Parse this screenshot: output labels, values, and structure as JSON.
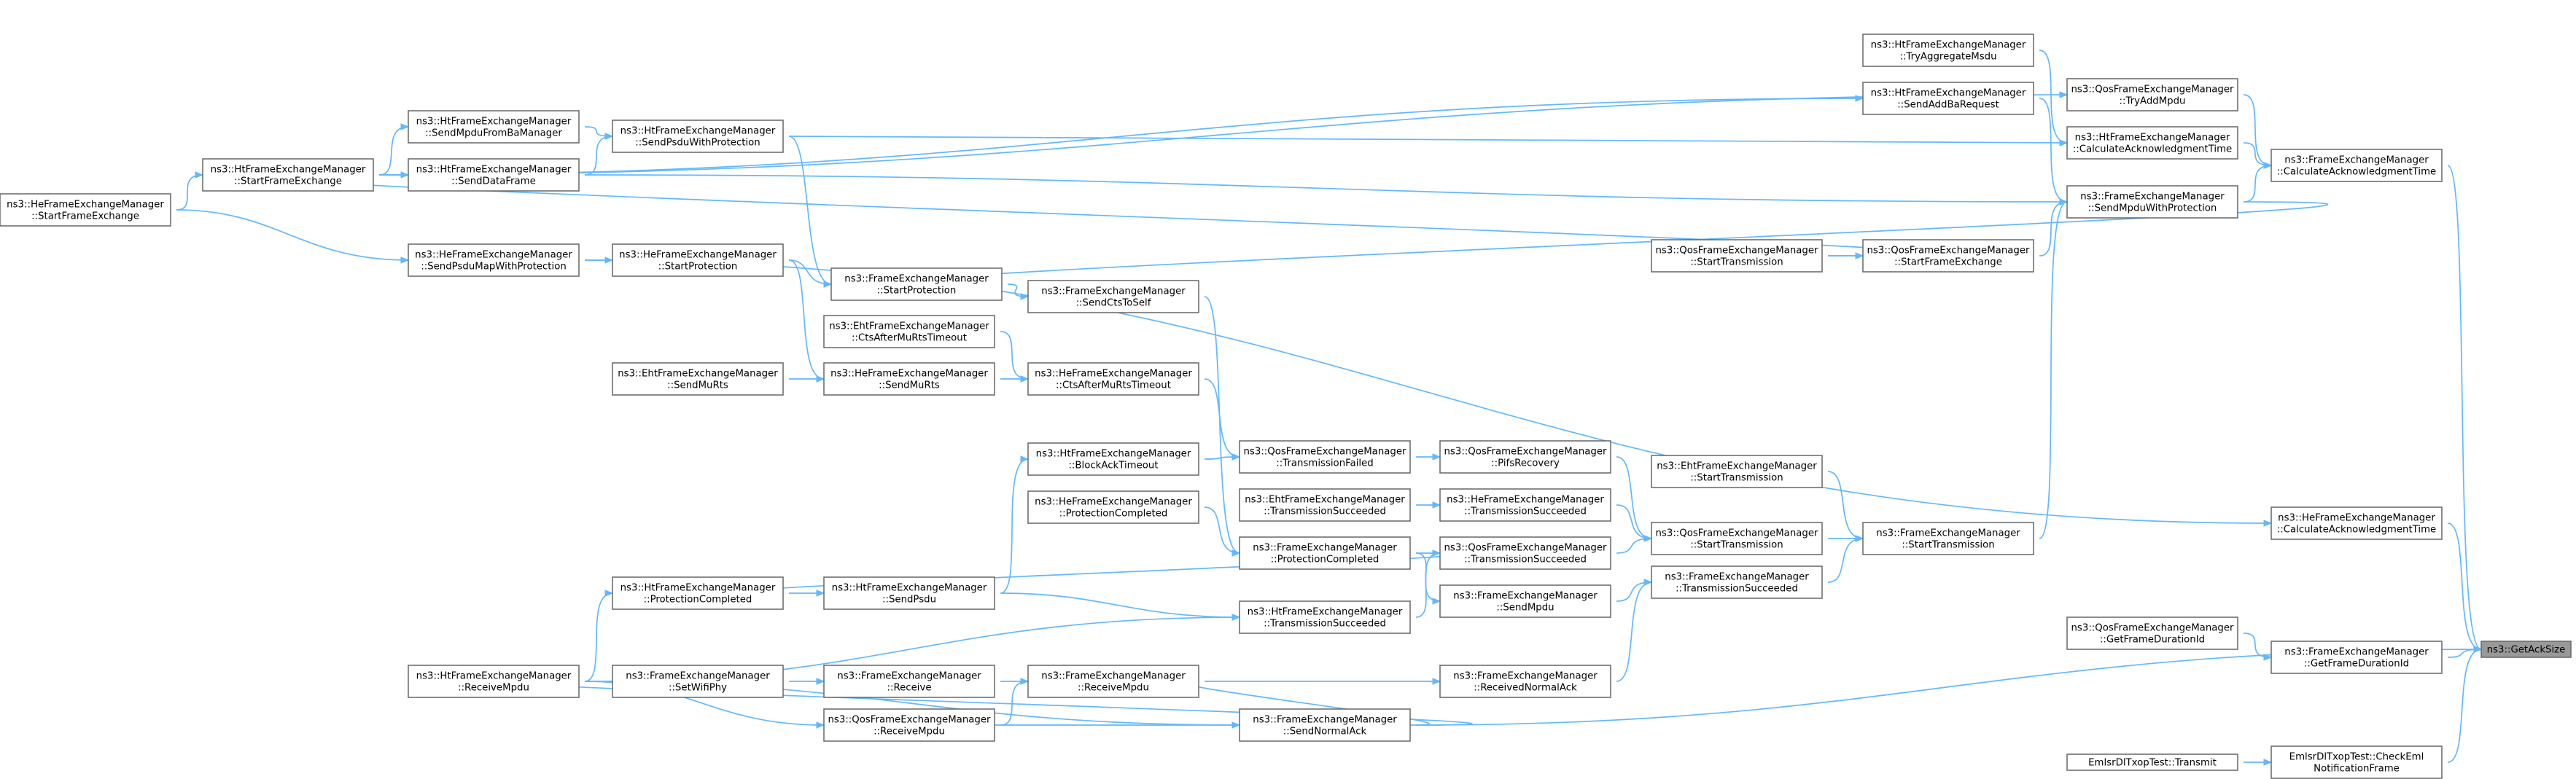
{
  "graph": {
    "title": "",
    "colors": {
      "edge": "#63b8ff",
      "node_border": "#666666",
      "node_fill": "#ffffff",
      "root_fill": "#999999"
    },
    "root": "GetAckSize",
    "nodes": [
      {
        "id": "GetAckSize",
        "lines": [
          "ns3::GetAckSize"
        ]
      },
      {
        "id": "FEM_CalcAckTime",
        "lines": [
          "ns3::FrameExchangeManager",
          "::CalculateAcknowledgmentTime"
        ]
      },
      {
        "id": "HeFEM_CalcAckTime",
        "lines": [
          "ns3::HeFrameExchangeManager",
          "::CalculateAcknowledgmentTime"
        ]
      },
      {
        "id": "FEM_GetFrameDurationId",
        "lines": [
          "ns3::FrameExchangeManager",
          "::GetFrameDurationId"
        ]
      },
      {
        "id": "QosFEM_GetFrameDurationId",
        "lines": [
          "ns3::QosFrameExchangeManager",
          "::GetFrameDurationId"
        ]
      },
      {
        "id": "Emlsr_CheckEml",
        "lines": [
          "EmlsrDlTxopTest::CheckEml",
          "NotificationFrame"
        ]
      },
      {
        "id": "Emlsr_Transmit",
        "lines": [
          "EmlsrDlTxopTest::Transmit"
        ]
      },
      {
        "id": "QosFEM_TryAddMpdu",
        "lines": [
          "ns3::QosFrameExchangeManager",
          "::TryAddMpdu"
        ]
      },
      {
        "id": "HtFEM_CalcAckTime",
        "lines": [
          "ns3::HtFrameExchangeManager",
          "::CalculateAcknowledgmentTime"
        ]
      },
      {
        "id": "FEM_SendMpduWithProtection",
        "lines": [
          "ns3::FrameExchangeManager",
          "::SendMpduWithProtection"
        ]
      },
      {
        "id": "HtFEM_TryAggregateMsdu",
        "lines": [
          "ns3::HtFrameExchangeManager",
          "::TryAggregateMsdu"
        ]
      },
      {
        "id": "HtFEM_SendAddBaRequest",
        "lines": [
          "ns3::HtFrameExchangeManager",
          "::SendAddBaRequest"
        ]
      },
      {
        "id": "QosFEM_StartFrameExchange",
        "lines": [
          "ns3::QosFrameExchangeManager",
          "::StartFrameExchange"
        ]
      },
      {
        "id": "QosFEM_StartTransmission_a",
        "lines": [
          "ns3::QosFrameExchangeManager",
          "::StartTransmission"
        ]
      },
      {
        "id": "FEM_StartTransmission",
        "lines": [
          "ns3::FrameExchangeManager",
          "::StartTransmission"
        ]
      },
      {
        "id": "EhtFEM_StartTransmission",
        "lines": [
          "ns3::EhtFrameExchangeManager",
          "::StartTransmission"
        ]
      },
      {
        "id": "QosFEM_StartTransmission",
        "lines": [
          "ns3::QosFrameExchangeManager",
          "::StartTransmission"
        ]
      },
      {
        "id": "FEM_TransmissionSucceeded",
        "lines": [
          "ns3::FrameExchangeManager",
          "::TransmissionSucceeded"
        ]
      },
      {
        "id": "QosFEM_PifsRecovery",
        "lines": [
          "ns3::QosFrameExchangeManager",
          "::PifsRecovery"
        ]
      },
      {
        "id": "HeFEM_TransmissionSucceeded",
        "lines": [
          "ns3::HeFrameExchangeManager",
          "::TransmissionSucceeded"
        ]
      },
      {
        "id": "QosFEM_TransmissionSucceeded",
        "lines": [
          "ns3::QosFrameExchangeManager",
          "::TransmissionSucceeded"
        ]
      },
      {
        "id": "FEM_SendMpdu",
        "lines": [
          "ns3::FrameExchangeManager",
          "::SendMpdu"
        ]
      },
      {
        "id": "FEM_ReceivedNormalAck",
        "lines": [
          "ns3::FrameExchangeManager",
          "::ReceivedNormalAck"
        ]
      },
      {
        "id": "QosFEM_TransmissionFailed",
        "lines": [
          "ns3::QosFrameExchangeManager",
          "::TransmissionFailed"
        ]
      },
      {
        "id": "EhtFEM_TransmissionSucceeded",
        "lines": [
          "ns3::EhtFrameExchangeManager",
          "::TransmissionSucceeded"
        ]
      },
      {
        "id": "FEM_ProtectionCompleted",
        "lines": [
          "ns3::FrameExchangeManager",
          "::ProtectionCompleted"
        ]
      },
      {
        "id": "HtFEM_TransmissionSucceeded",
        "lines": [
          "ns3::HtFrameExchangeManager",
          "::TransmissionSucceeded"
        ]
      },
      {
        "id": "FEM_SendNormalAck",
        "lines": [
          "ns3::FrameExchangeManager",
          "::SendNormalAck"
        ]
      },
      {
        "id": "FEM_StartProtection",
        "lines": [
          "ns3::FrameExchangeManager",
          "::StartProtection"
        ]
      },
      {
        "id": "FEM_SendCtsToSelf",
        "lines": [
          "ns3::FrameExchangeManager",
          "::SendCtsToSelf"
        ]
      },
      {
        "id": "EhtFEM_CtsAfterMuRtsTimeout",
        "lines": [
          "ns3::EhtFrameExchangeManager",
          "::CtsAfterMuRtsTimeout"
        ]
      },
      {
        "id": "HeFEM_CtsAfterMuRtsTimeout",
        "lines": [
          "ns3::HeFrameExchangeManager",
          "::CtsAfterMuRtsTimeout"
        ]
      },
      {
        "id": "HeFEM_SendMuRts",
        "lines": [
          "ns3::HeFrameExchangeManager",
          "::SendMuRts"
        ]
      },
      {
        "id": "EhtFEM_SendMuRts",
        "lines": [
          "ns3::EhtFrameExchangeManager",
          "::SendMuRts"
        ]
      },
      {
        "id": "HtFEM_BlockAckTimeout",
        "lines": [
          "ns3::HtFrameExchangeManager",
          "::BlockAckTimeout"
        ]
      },
      {
        "id": "HeFEM_ProtectionCompleted",
        "lines": [
          "ns3::HeFrameExchangeManager",
          "::ProtectionCompleted"
        ]
      },
      {
        "id": "FEM_ReceiveMpdu",
        "lines": [
          "ns3::FrameExchangeManager",
          "::ReceiveMpdu"
        ]
      },
      {
        "id": "HtFEM_SendPsdu",
        "lines": [
          "ns3::HtFrameExchangeManager",
          "::SendPsdu"
        ]
      },
      {
        "id": "FEM_Receive",
        "lines": [
          "ns3::FrameExchangeManager",
          "::Receive"
        ]
      },
      {
        "id": "QosFEM_ReceiveMpdu",
        "lines": [
          "ns3::QosFrameExchangeManager",
          "::ReceiveMpdu"
        ]
      },
      {
        "id": "HtFEM_SendPsduWithProtection",
        "lines": [
          "ns3::HtFrameExchangeManager",
          "::SendPsduWithProtection"
        ]
      },
      {
        "id": "HtFEM_SendMpduFromBaManager",
        "lines": [
          "ns3::HtFrameExchangeManager",
          "::SendMpduFromBaManager"
        ]
      },
      {
        "id": "HtFEM_SendDataFrame",
        "lines": [
          "ns3::HtFrameExchangeManager",
          "::SendDataFrame"
        ]
      },
      {
        "id": "HtFEM_StartFrameExchange",
        "lines": [
          "ns3::HtFrameExchangeManager",
          "::StartFrameExchange"
        ]
      },
      {
        "id": "HeFEM_StartFrameExchange",
        "lines": [
          "ns3::HeFrameExchangeManager",
          "::StartFrameExchange"
        ]
      },
      {
        "id": "HeFEM_SendPsduMapWithProtection",
        "lines": [
          "ns3::HeFrameExchangeManager",
          "::SendPsduMapWithProtection"
        ]
      },
      {
        "id": "HeFEM_StartProtection",
        "lines": [
          "ns3::HeFrameExchangeManager",
          "::StartProtection"
        ]
      },
      {
        "id": "HtFEM_ProtectionCompleted",
        "lines": [
          "ns3::HtFrameExchangeManager",
          "::ProtectionCompleted"
        ]
      },
      {
        "id": "HtFEM_ReceiveMpdu",
        "lines": [
          "ns3::HtFrameExchangeManager",
          "::ReceiveMpdu"
        ]
      },
      {
        "id": "FEM_SetWifiPhy",
        "lines": [
          "ns3::FrameExchangeManager",
          "::SetWifiPhy"
        ]
      }
    ],
    "edges": [
      [
        "FEM_CalcAckTime",
        "GetAckSize"
      ],
      [
        "HeFEM_CalcAckTime",
        "GetAckSize"
      ],
      [
        "FEM_GetFrameDurationId",
        "GetAckSize"
      ],
      [
        "Emlsr_CheckEml",
        "GetAckSize"
      ],
      [
        "FEM_SendNormalAck",
        "GetAckSize"
      ],
      [
        "QosFEM_GetFrameDurationId",
        "FEM_GetFrameDurationId"
      ],
      [
        "Emlsr_Transmit",
        "Emlsr_CheckEml"
      ],
      [
        "QosFEM_TryAddMpdu",
        "FEM_CalcAckTime"
      ],
      [
        "HtFEM_CalcAckTime",
        "FEM_CalcAckTime"
      ],
      [
        "FEM_SendMpduWithProtection",
        "FEM_CalcAckTime"
      ],
      [
        "HtFEM_TryAggregateMsdu",
        "HtFEM_CalcAckTime"
      ],
      [
        "HtFEM_SendAddBaRequest",
        "FEM_SendMpduWithProtection"
      ],
      [
        "QosFEM_StartFrameExchange",
        "FEM_SendMpduWithProtection"
      ],
      [
        "QosFEM_StartTransmission_a",
        "QosFEM_StartFrameExchange"
      ],
      [
        "FEM_StartTransmission",
        "FEM_SendMpduWithProtection"
      ],
      [
        "EhtFEM_StartTransmission",
        "FEM_StartTransmission"
      ],
      [
        "QosFEM_StartTransmission",
        "FEM_StartTransmission"
      ],
      [
        "FEM_TransmissionSucceeded",
        "FEM_StartTransmission"
      ],
      [
        "QosFEM_PifsRecovery",
        "QosFEM_StartTransmission"
      ],
      [
        "HeFEM_TransmissionSucceeded",
        "QosFEM_StartTransmission"
      ],
      [
        "QosFEM_TransmissionSucceeded",
        "QosFEM_StartTransmission"
      ],
      [
        "FEM_SendMpdu",
        "FEM_TransmissionSucceeded"
      ],
      [
        "FEM_ReceivedNormalAck",
        "FEM_TransmissionSucceeded"
      ],
      [
        "QosFEM_TransmissionFailed",
        "QosFEM_PifsRecovery"
      ],
      [
        "EhtFEM_TransmissionSucceeded",
        "HeFEM_TransmissionSucceeded"
      ],
      [
        "FEM_ProtectionCompleted",
        "FEM_SendMpdu"
      ],
      [
        "HtFEM_TransmissionSucceeded",
        "QosFEM_TransmissionSucceeded"
      ],
      [
        "FEM_ReceiveMpdu",
        "FEM_ReceivedNormalAck"
      ],
      [
        "FEM_SendMpduWithProtection",
        "FEM_StartProtection"
      ],
      [
        "FEM_StartProtection",
        "FEM_SendCtsToSelf"
      ],
      [
        "HeFEM_CtsAfterMuRtsTimeout",
        "QosFEM_TransmissionFailed"
      ],
      [
        "HtFEM_BlockAckTimeout",
        "QosFEM_TransmissionFailed"
      ],
      [
        "EhtFEM_CtsAfterMuRtsTimeout",
        "HeFEM_CtsAfterMuRtsTimeout"
      ],
      [
        "HeFEM_SendMuRts",
        "HeFEM_CtsAfterMuRtsTimeout"
      ],
      [
        "EhtFEM_SendMuRts",
        "HeFEM_SendMuRts"
      ],
      [
        "HeFEM_ProtectionCompleted",
        "FEM_ProtectionCompleted"
      ],
      [
        "FEM_SendCtsToSelf",
        "FEM_ProtectionCompleted"
      ],
      [
        "FEM_Receive",
        "FEM_ReceiveMpdu"
      ],
      [
        "QosFEM_ReceiveMpdu",
        "FEM_ReceiveMpdu"
      ],
      [
        "FEM_SetWifiPhy",
        "FEM_Receive"
      ],
      [
        "HtFEM_SendPsdu",
        "HtFEM_BlockAckTimeout"
      ],
      [
        "HtFEM_SendPsdu",
        "HtFEM_TransmissionSucceeded"
      ],
      [
        "HtFEM_ProtectionCompleted",
        "HtFEM_SendPsdu"
      ],
      [
        "HtFEM_ReceiveMpdu",
        "HtFEM_ProtectionCompleted"
      ],
      [
        "HtFEM_ReceiveMpdu",
        "HtFEM_TransmissionSucceeded"
      ],
      [
        "HtFEM_ReceiveMpdu",
        "QosFEM_ReceiveMpdu"
      ],
      [
        "HtFEM_ReceiveMpdu",
        "FEM_SendNormalAck"
      ],
      [
        "HeFEM_StartProtection",
        "FEM_StartProtection"
      ],
      [
        "HeFEM_StartProtection",
        "HeFEM_SendMuRts"
      ],
      [
        "HeFEM_SendPsduMapWithProtection",
        "HeFEM_StartProtection"
      ],
      [
        "HeFEM_SendPsduMapWithProtection",
        "HeFEM_CalcAckTime"
      ],
      [
        "HeFEM_StartFrameExchange",
        "HeFEM_SendPsduMapWithProtection"
      ],
      [
        "HeFEM_StartFrameExchange",
        "HtFEM_StartFrameExchange"
      ],
      [
        "HtFEM_StartFrameExchange",
        "HtFEM_SendMpduFromBaManager"
      ],
      [
        "HtFEM_StartFrameExchange",
        "HtFEM_SendDataFrame"
      ],
      [
        "HtFEM_StartFrameExchange",
        "HtFEM_SendAddBaRequest"
      ],
      [
        "HtFEM_StartFrameExchange",
        "QosFEM_TryAddMpdu"
      ],
      [
        "HtFEM_SendMpduFromBaManager",
        "HtFEM_SendPsduWithProtection"
      ],
      [
        "HtFEM_SendDataFrame",
        "HtFEM_SendPsduWithProtection"
      ],
      [
        "HtFEM_SendDataFrame",
        "FEM_SendMpduWithProtection"
      ],
      [
        "HtFEM_SendPsduWithProtection",
        "FEM_StartProtection"
      ],
      [
        "HtFEM_SendPsduWithProtection",
        "HtFEM_CalcAckTime"
      ],
      [
        "FEM_ProtectionCompleted",
        "HtFEM_ProtectionCompleted"
      ],
      [
        "FEM_SendNormalAck",
        "FEM_ReceiveMpdu"
      ],
      [
        "FEM_SendNormalAck",
        "QosFEM_ReceiveMpdu"
      ],
      [
        "FEM_SendNormalAck",
        "HtFEM_ReceiveMpdu"
      ],
      [
        "QosFEM_StartTransmission_a",
        "HtFEM_StartFrameExchange"
      ]
    ]
  }
}
